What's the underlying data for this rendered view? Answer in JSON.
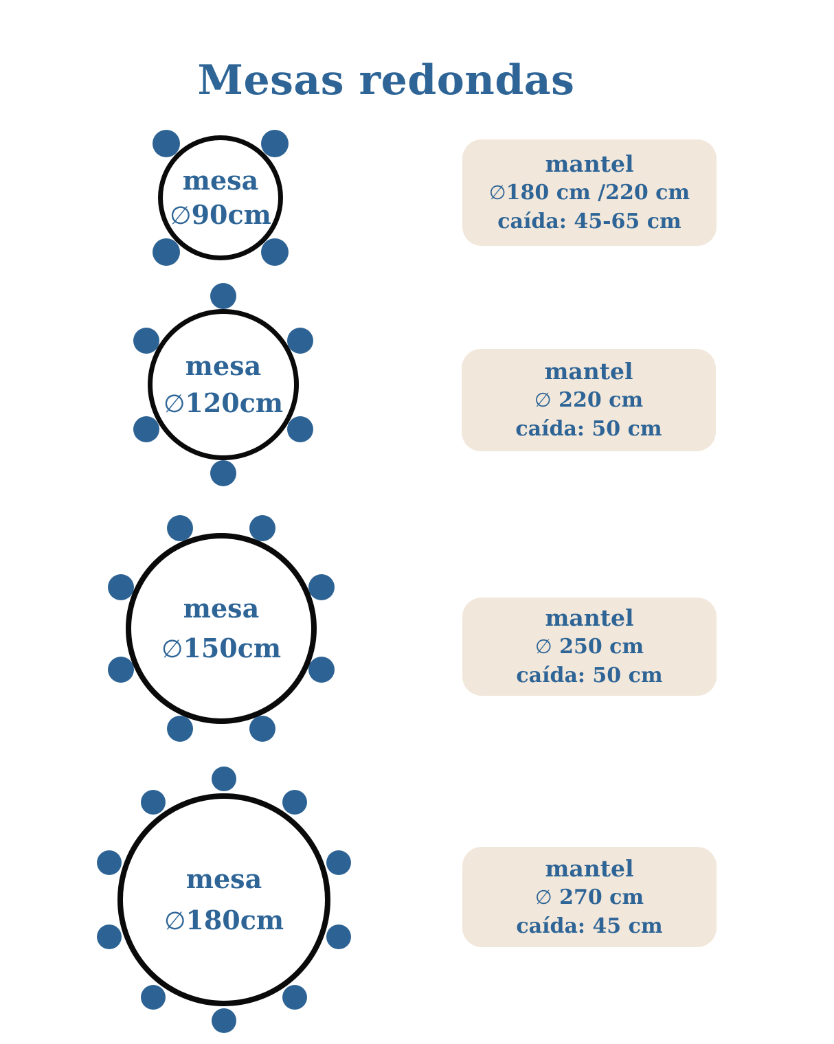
{
  "title": "Mesas redondas",
  "colors": {
    "text_blue": "#2e6596",
    "chair_blue": "#2d6394",
    "table_ring_black": "#0a0a0a",
    "card_beige": "#f2e7db",
    "background": "#ffffff"
  },
  "tables": [
    {
      "mesa_label": "mesa",
      "diameter_symbol": "∅",
      "diameter_text": "90cm",
      "seats": 4,
      "mantel": {
        "title": "mantel",
        "diameter_symbol": "∅",
        "diameter_text": "180 cm /220 cm",
        "caida": "caída: 45-65 cm"
      }
    },
    {
      "mesa_label": "mesa",
      "diameter_symbol": "∅",
      "diameter_text": "120cm",
      "seats": 6,
      "mantel": {
        "title": "mantel",
        "diameter_symbol": "∅",
        "diameter_text": " 220 cm",
        "caida": "caída: 50 cm"
      }
    },
    {
      "mesa_label": "mesa",
      "diameter_symbol": "∅",
      "diameter_text": "150cm",
      "seats": 8,
      "mantel": {
        "title": "mantel",
        "diameter_symbol": "∅",
        "diameter_text": " 250 cm",
        "caida": "caída: 50 cm"
      }
    },
    {
      "mesa_label": "mesa",
      "diameter_symbol": "∅",
      "diameter_text": "180cm",
      "seats": 10,
      "mantel": {
        "title": "mantel",
        "diameter_symbol": "∅",
        "diameter_text": " 270 cm",
        "caida": "caída: 45 cm"
      }
    }
  ]
}
